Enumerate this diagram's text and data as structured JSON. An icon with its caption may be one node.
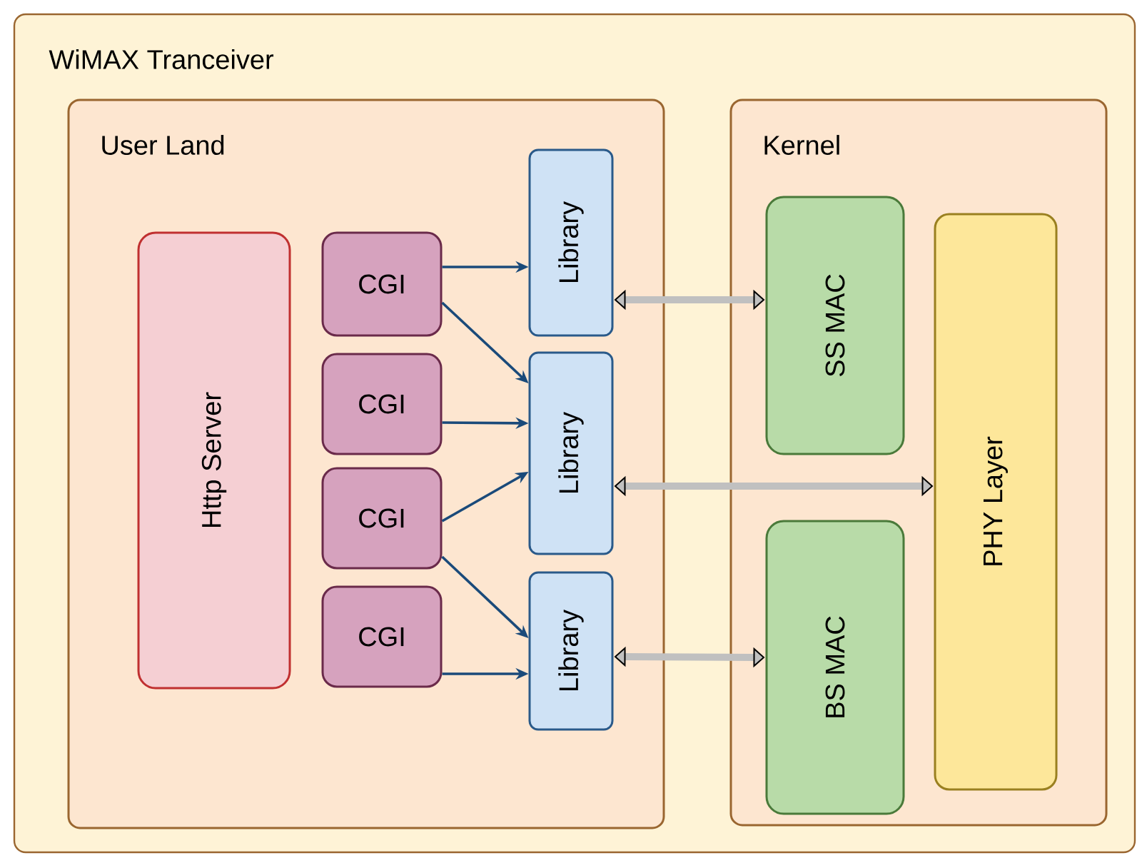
{
  "diagram": {
    "nodes": [
      {
        "text": [
          "WiMAX Tranceiver"
        ]
      },
      {
        "text": [
          "User Land"
        ],
        "in": 0
      },
      {
        "text": [
          "Kernel"
        ],
        "in": 0
      },
      {
        "text": [
          "Http Server"
        ],
        "in": 1
      },
      {
        "text": [
          "CGI"
        ],
        "in": 1
      },
      {
        "text": [
          "CGI"
        ],
        "in": 1
      },
      {
        "text": [
          "CGI"
        ],
        "in": 1
      },
      {
        "text": [
          "CGI"
        ],
        "in": 1
      },
      {
        "text": [
          "Library"
        ],
        "in": 1
      },
      {
        "text": [
          "Library"
        ],
        "in": 1
      },
      {
        "text": [
          "Library"
        ],
        "in": 1
      },
      {
        "text": [
          "SS MAC"
        ],
        "in": 2
      },
      {
        "text": [
          "BS MAC"
        ],
        "in": 2
      },
      {
        "text": [
          "PHY Layer"
        ],
        "in": 2
      }
    ],
    "edges": [
      {
        "from": 4,
        "to": 8,
        "arrow": "to"
      },
      {
        "from": 4,
        "to": 9,
        "arrow": "to"
      },
      {
        "from": 5,
        "to": 9,
        "arrow": "to"
      },
      {
        "from": 6,
        "to": 9,
        "arrow": "to"
      },
      {
        "from": 6,
        "to": 10,
        "arrow": "to"
      },
      {
        "from": 7,
        "to": 10,
        "arrow": "to"
      },
      {
        "from": 8,
        "to": 11,
        "arrow": "both",
        "style": "thick",
        "color": "#c0c0c0"
      },
      {
        "from": 9,
        "to": 13,
        "arrow": "both",
        "style": "thick",
        "color": "#c0c0c0"
      },
      {
        "from": 10,
        "to": 12,
        "arrow": "both",
        "style": "thick",
        "color": "#c0c0c0"
      }
    ]
  }
}
